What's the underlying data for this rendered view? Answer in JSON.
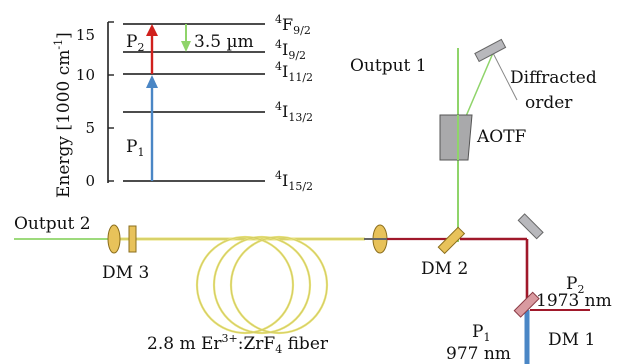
{
  "energy_diagram": {
    "y_axis_label": "Energy [1000 cm",
    "y_axis_label_sup": "-1",
    "y_axis_label_close": "]",
    "ticks": [
      "0",
      "5",
      "10",
      "15"
    ],
    "levels": [
      {
        "pre": "4",
        "main": "F",
        "sub": "9/2"
      },
      {
        "pre": "4",
        "main": "I",
        "sub": "9/2"
      },
      {
        "pre": "4",
        "main": "I",
        "sub": "11/2"
      },
      {
        "pre": "4",
        "main": "I",
        "sub": "13/2"
      },
      {
        "pre": "4",
        "main": "I",
        "sub": "15/2"
      }
    ],
    "p1": {
      "main": "P",
      "sub": "1"
    },
    "p2": {
      "main": "P",
      "sub": "2"
    },
    "emission": "3.5 µm",
    "colors": {
      "p1": "#4a86c5",
      "p2": "#d0201c",
      "emission": "#8fd46a"
    }
  },
  "setup": {
    "output1": "Output 1",
    "diffracted_1": "Diffracted",
    "diffracted_2": "order",
    "aotf": "AOTF",
    "output2": "Output 2",
    "dm3": "DM 3",
    "dm2": "DM 2",
    "dm1": "DM 1",
    "fiber_pre": "2.8 m Er",
    "fiber_sup": "3+",
    "fiber_mid": ":ZrF",
    "fiber_sub": "4",
    "fiber_post": " fiber",
    "p2_beam": {
      "main": "P",
      "sub": "2",
      "wavelength": "1973 nm"
    },
    "p1_beam": {
      "main": "P",
      "sub": "1",
      "wavelength": "977 nm"
    },
    "colors": {
      "fiber": "#e8e27a",
      "green": "#8fd46a",
      "red": "#a0182a",
      "blue": "#4a86c5",
      "optic": "#e8c25a",
      "mirror": "#b8b8bc"
    }
  }
}
